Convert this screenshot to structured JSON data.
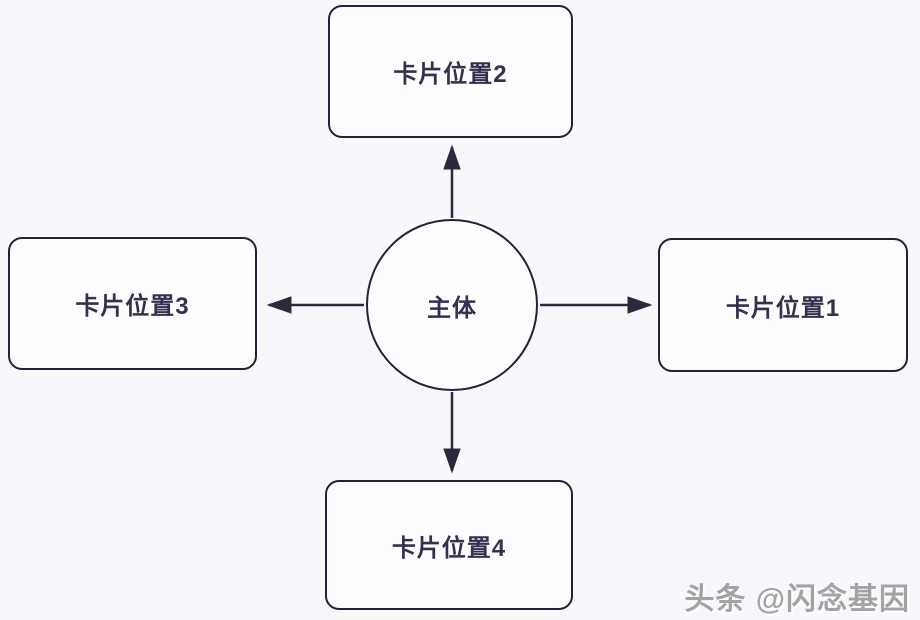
{
  "diagram": {
    "center": {
      "label": "主体"
    },
    "cards": [
      {
        "position": "right",
        "label": "卡片位置1"
      },
      {
        "position": "top",
        "label": "卡片位置2"
      },
      {
        "position": "left",
        "label": "卡片位置3"
      },
      {
        "position": "bottom",
        "label": "卡片位置4"
      }
    ],
    "arrows": [
      {
        "from": "center",
        "to": "top"
      },
      {
        "from": "center",
        "to": "right"
      },
      {
        "from": "center",
        "to": "left"
      },
      {
        "from": "center",
        "to": "bottom"
      }
    ],
    "colors": {
      "page_bg": "#f8f8fc",
      "node_bg": "#fdfdff",
      "node_border": "#23223a",
      "node_text": "#35304e",
      "arrow": "#2b2a3d"
    }
  },
  "watermark": {
    "text": "头条 @闪念基因"
  }
}
